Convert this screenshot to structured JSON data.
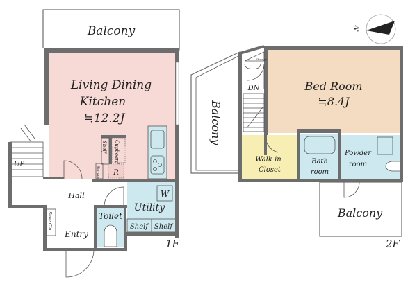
{
  "floor1": {
    "label": "1F",
    "rooms": {
      "balcony": "Balcony",
      "ldk_line1": "Living Dining",
      "ldk_line2": "Kitchen",
      "ldk_size": "≒12.2J",
      "shelf": "Shelf",
      "cupboard": "Cupboard",
      "storage": "Storage",
      "refrigerator": "R",
      "washer": "W",
      "utility": "Utility",
      "utility_shelf_1": "Shelf",
      "utility_shelf_2": "Shelf",
      "toilet": "Toilet",
      "hall": "Hall",
      "shoe_closet": "Shoe Clo",
      "entry": "Entry",
      "up": "UP"
    }
  },
  "floor2": {
    "label": "2F",
    "rooms": {
      "bedroom": "Bed Room",
      "bedroom_size": "≒8.4J",
      "storage": "Storage",
      "dn": "DN",
      "balcony_left": "Balcony",
      "walk_in_line1": "Walk in",
      "walk_in_line2": "Closet",
      "bath_line1": "Bath",
      "bath_line2": "room",
      "powder_line1": "Powder",
      "powder_line2": "room",
      "balcony_bottom": "Balcony"
    }
  },
  "compass": {
    "label": "N"
  },
  "colors": {
    "ldk": "#f7d9d6",
    "bedroom": "#f4dcc3",
    "wet": "#cde9ef",
    "closet": "#f6eeb3",
    "wall": "#6d6d6d"
  }
}
